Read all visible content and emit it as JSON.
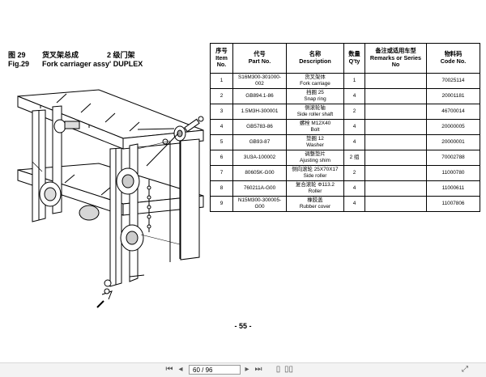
{
  "figure": {
    "number_zh": "图 29",
    "name_zh": "货叉架总成",
    "type_zh": "2 级门架",
    "number_en": "Fig.29",
    "name_en": "Fork carriager assy' DUPLEX"
  },
  "table": {
    "headers": [
      {
        "zh": "序号",
        "en": "Item No."
      },
      {
        "zh": "代号",
        "en": "Part No."
      },
      {
        "zh": "名称",
        "en": "Description"
      },
      {
        "zh": "数量",
        "en": "Q'ty"
      },
      {
        "zh": "备注或适用车型",
        "en": "Remarks or Series No"
      },
      {
        "zh": "物料码",
        "en": "Code No."
      }
    ],
    "rows": [
      {
        "item": "1",
        "part": "S16M300-301000-002",
        "desc_zh": "货叉架体",
        "desc_en": "Fork carriage",
        "qty": "1",
        "remarks": "",
        "code": "70025114"
      },
      {
        "item": "2",
        "part": "GB894.1-86",
        "desc_zh": "挡圈 25",
        "desc_en": "Snap ring",
        "qty": "4",
        "remarks": "",
        "code": "20001181"
      },
      {
        "item": "3",
        "part": "1.5M3H-300001",
        "desc_zh": "侧滚轮轴",
        "desc_en": "Side roller shaft",
        "qty": "2",
        "remarks": "",
        "code": "46700014"
      },
      {
        "item": "4",
        "part": "GB5783-86",
        "desc_zh": "螺栓 M12X40",
        "desc_en": "Bolt",
        "qty": "4",
        "remarks": "",
        "code": "20000005"
      },
      {
        "item": "5",
        "part": "GB93-87",
        "desc_zh": "垫圈 12",
        "desc_en": "Washer",
        "qty": "4",
        "remarks": "",
        "code": "20000001"
      },
      {
        "item": "6",
        "part": "3U3A-100002",
        "desc_zh": "调整垫片",
        "desc_en": "Ajusting shim",
        "qty": "2 组",
        "remarks": "",
        "code": "70002788"
      },
      {
        "item": "7",
        "part": "80605K-G00",
        "desc_zh": "侧向滚轮 25X70X17",
        "desc_en": "Side roller",
        "qty": "2",
        "remarks": "",
        "code": "11000780"
      },
      {
        "item": "8",
        "part": "760211A-G00",
        "desc_zh": "复合滚轮 Φ113.2",
        "desc_en": "Roller",
        "qty": "4",
        "remarks": "",
        "code": "11000611"
      },
      {
        "item": "9",
        "part": "N15M300-300005-G00",
        "desc_zh": "橡胶盖",
        "desc_en": "Rubber cover",
        "qty": "4",
        "remarks": "",
        "code": "11007806"
      }
    ]
  },
  "page_number": "- 55 -",
  "viewer": {
    "current_page": "60 / 96"
  }
}
